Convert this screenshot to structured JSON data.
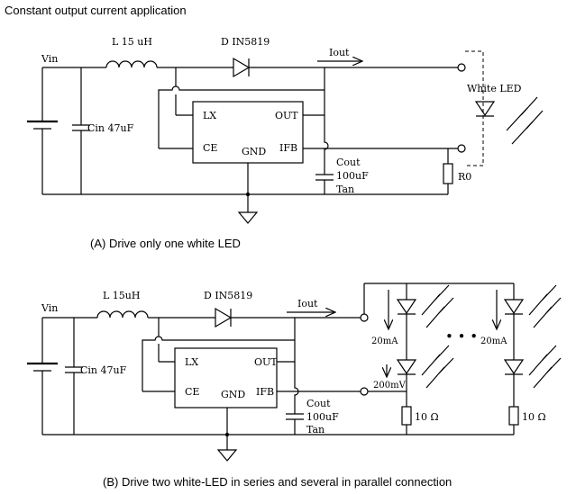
{
  "title": "Constant output current application",
  "circuit_a": {
    "caption": "(A) Drive only one white LED",
    "vin": "Vin",
    "inductor": "L  15 uH",
    "diode": "D IN5819",
    "iout": "Iout",
    "cin": "Cin 47uF",
    "lx": "LX",
    "out": "OUT",
    "ce": "CE",
    "gnd": "GND",
    "ifb": "IFB",
    "cout": [
      "Cout",
      "100uF",
      "Tan"
    ],
    "led": "White LED",
    "r0": "R0"
  },
  "circuit_b": {
    "caption": "(B) Drive two white-LED in series and several in parallel connection",
    "vin": "Vin",
    "inductor": "L  15uH",
    "diode": "D IN5819",
    "iout": "Iout",
    "cin": "Cin 47uF",
    "lx": "LX",
    "out": "OUT",
    "ce": "CE",
    "gnd": "GND",
    "ifb": "IFB",
    "cout": [
      "Cout",
      "100uF",
      "Tan"
    ],
    "current_left": "20mA",
    "current_right": "20mA",
    "current_total": "200mV",
    "ellipsis": "• • •",
    "res_left": "10 Ω",
    "res_right": "10 Ω"
  }
}
